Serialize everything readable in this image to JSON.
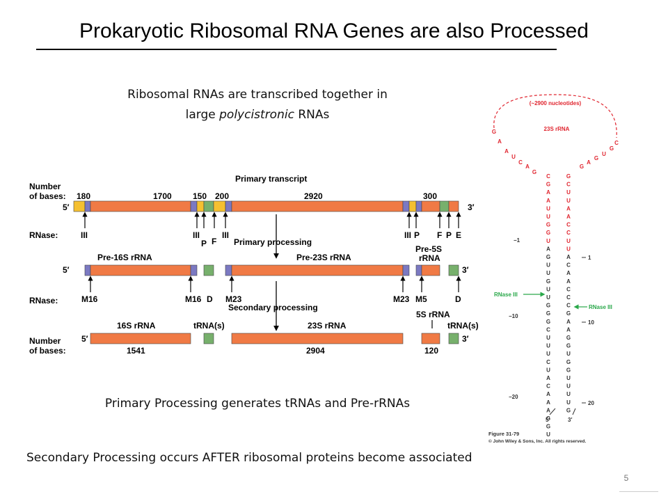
{
  "slide": {
    "title": "Prokaryotic Ribosomal RNA Genes are also Processed",
    "caption_top_1": "Ribosomal RNAs are transcribed together in",
    "caption_top_2a": "large ",
    "caption_top_2b": "polycistronic",
    "caption_top_2c": " RNAs",
    "caption_middle": "Primary Processing generates tRNAs and Pre-rRNAs",
    "caption_bottom": "Secondary Processing occurs AFTER ribosomal proteins become associated",
    "page_number": "5"
  },
  "colors": {
    "rrna": "#f07a45",
    "spacer": "#f5c031",
    "site": "#7b79c2",
    "trna": "#77b06c",
    "hairpin": "#e0252f",
    "cleavage": "#2aa84a"
  },
  "diagram": {
    "primary_transcript_label": "Primary transcript",
    "number_of_bases_1": "Number",
    "number_of_bases_2": "of bases:",
    "rnase_label": "RNase:",
    "five_prime": "5′",
    "three_prime": "3′",
    "primary_processing": "Primary processing",
    "secondary_processing": "Secondary processing",
    "primary_bases": [
      "180",
      "1700",
      "150",
      "200",
      "2920",
      "300"
    ],
    "primary_rnases": [
      "III",
      "III",
      "P",
      "F",
      "III",
      "III",
      "P",
      "F",
      "P",
      "E"
    ],
    "pre_labels": [
      "Pre-16S rRNA",
      "Pre-23S rRNA",
      "Pre-5S",
      "rRNA"
    ],
    "pre_rnases": [
      "M16",
      "M16",
      "D",
      "M23",
      "M23",
      "M5",
      "D"
    ],
    "final_labels": [
      "16S rRNA",
      "tRNA(s)",
      "23S rRNA",
      "5S rRNA",
      "tRNA(s)"
    ],
    "final_bases": [
      "1541",
      "2904",
      "120"
    ]
  },
  "hairpin": {
    "loop_label": "(~2900 nucleotides)",
    "loop_rrna": "23S rRNA",
    "left_loop": [
      "G",
      "A",
      "A",
      "U",
      "C",
      "A",
      "G"
    ],
    "right_loop": [
      "G",
      "A",
      "G",
      "U",
      "G",
      "C"
    ],
    "left_red": [
      "C",
      "G",
      "A",
      "A",
      "U",
      "U",
      "G",
      "G",
      "U"
    ],
    "right_red": [
      "G",
      "C",
      "U",
      "U",
      "A",
      "A",
      "C",
      "C",
      "U",
      "U"
    ],
    "left_black": [
      "A",
      "G",
      "U",
      "U",
      "G",
      "U",
      "U",
      "G",
      "G",
      "G",
      "C",
      "U",
      "U",
      "U",
      "C",
      "U",
      "A",
      "C",
      "A",
      "A",
      "A",
      "G",
      "G",
      "U"
    ],
    "right_black": [
      "A",
      "C",
      "A",
      "A",
      "C",
      "C",
      "C",
      "G",
      "A",
      "A",
      "G",
      "G",
      "U",
      "G",
      "G",
      "U",
      "U",
      "U",
      "U",
      "G"
    ],
    "num_m1": "−1",
    "num_m10": "−10",
    "num_m20": "−20",
    "num_p1": "1",
    "num_p10": "10",
    "num_p20": "20",
    "rnase_iii": "RNase III",
    "five_prime": "5′",
    "three_prime": "3′",
    "figure_caption": "Figure 31-79",
    "copyright": "© John Wiley & Sons, Inc. All rights reserved."
  }
}
